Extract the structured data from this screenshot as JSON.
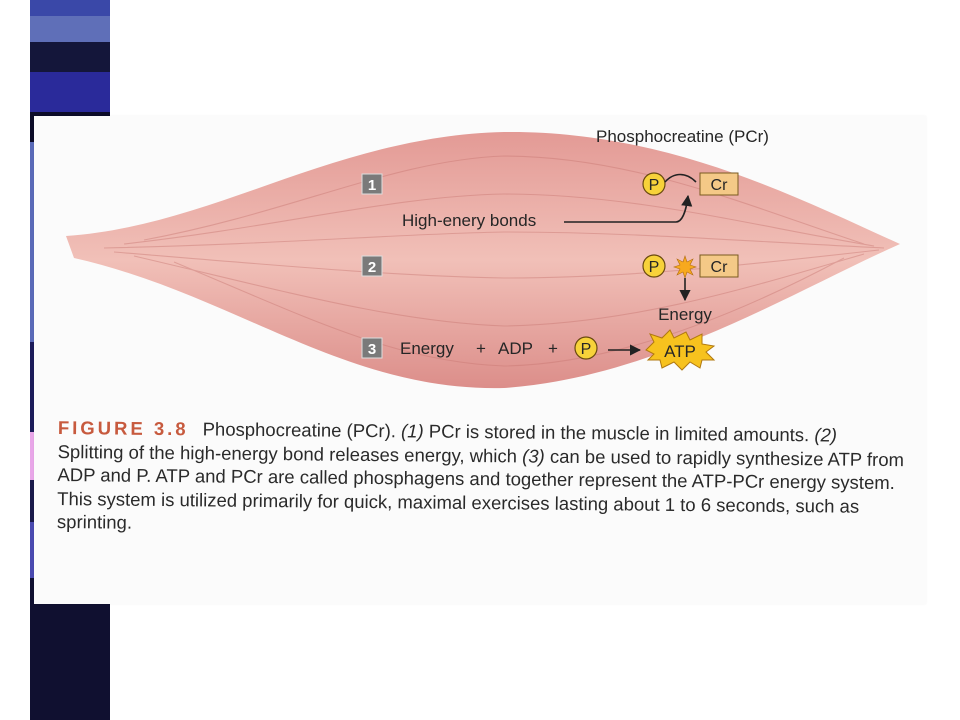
{
  "slide": {
    "stripes": [
      {
        "color": "#3a48a8"
      },
      {
        "color": "#5f6fb8"
      },
      {
        "color": "#14163a"
      },
      {
        "color": "#2a2a9a"
      },
      {
        "color": "#0c0c28"
      },
      {
        "color": "#5a6ab8"
      },
      {
        "color": "#1c1c5a"
      },
      {
        "color": "#e8a6e8"
      },
      {
        "color": "#1a1a4a"
      },
      {
        "color": "#4a4ab0"
      },
      {
        "color": "#101030"
      }
    ]
  },
  "diagram": {
    "title": "Phosphocreatine (PCr)",
    "steps": [
      "1",
      "2",
      "3"
    ],
    "p_label": "P",
    "cr_label": "Cr",
    "bond_label": "High-enery bonds",
    "energy_label": "Energy",
    "equation": {
      "energy": "Energy",
      "plus1": "+",
      "adp": "ADP",
      "plus2": "+",
      "p": "P",
      "atp": "ATP"
    },
    "colors": {
      "muscle": "#e9aaa3",
      "p_circle": "#f7d23a",
      "cr_box": "#f4c987",
      "atp_burst": "#f7c21e",
      "step_box": "#7a7a7a"
    }
  },
  "caption": {
    "label": "FIGURE 3.8",
    "lead": "Phosphocreatine (PCr). ",
    "m1": "(1)",
    "t1": " PCr is stored in the muscle in limited amounts. ",
    "m2": "(2)",
    "t2": " Splitting of the high-energy bond releases energy, which ",
    "m3": "(3)",
    "t3": " can be used to rapidly synthesize ATP from ADP and P. ATP and PCr are called phosphagens and together represent the ATP-PCr energy system. This system is utilized primarily for quick, maximal exercises lasting about 1 to 6 seconds, such as sprinting."
  }
}
